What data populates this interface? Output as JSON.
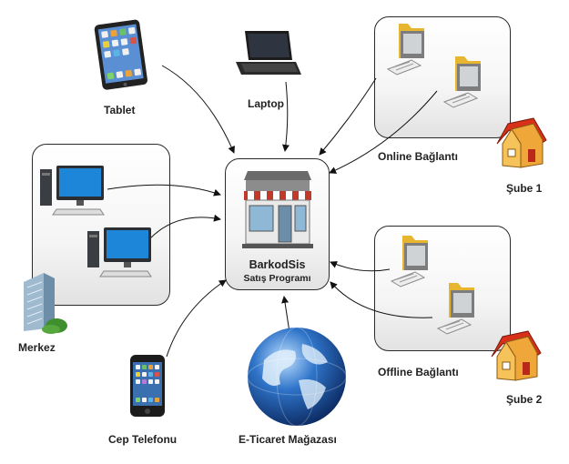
{
  "center": {
    "title": "BarkodSis",
    "subtitle": "Satış Programı"
  },
  "nodes": {
    "tablet": "Tablet",
    "laptop": "Laptop",
    "online": "Online Bağlantı",
    "sube1": "Şube 1",
    "merkez": "Merkez",
    "offline": "Offline Bağlantı",
    "sube2": "Şube 2",
    "phone": "Cep Telefonu",
    "eshop": "E-Ticaret Mağazası"
  },
  "colors": {
    "monitor_screen": "#1e86d9",
    "folder": "#e8b531",
    "house_roof": "#d9301a",
    "house_wall": "#f6c25a",
    "shop_awning": "#c0392b",
    "globe": "#2f74c9"
  },
  "icons": [
    "tablet-icon",
    "laptop-icon",
    "desktop-pc-icon",
    "folder-pc-icon",
    "house-icon",
    "building-icon",
    "smartphone-icon",
    "globe-icon",
    "store-icon"
  ]
}
